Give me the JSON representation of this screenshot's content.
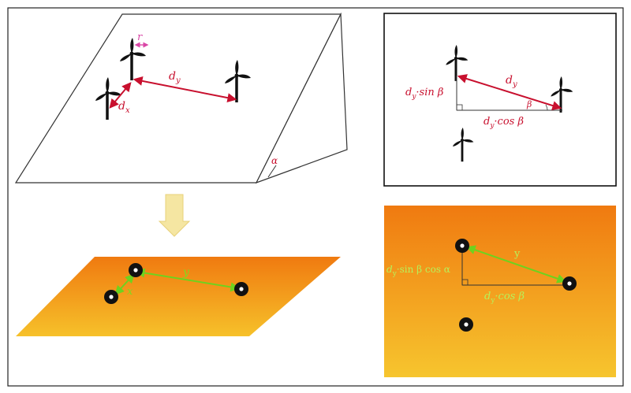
{
  "colors": {
    "red": "#c8102e",
    "pink": "#d946a6",
    "green": "#6ed21e",
    "orange_top": "#f07a10",
    "orange_bottom": "#f6c12a",
    "arrow_fill": "#f5e6a2",
    "arrow_stroke": "#e8d17a",
    "frame": "#222222"
  },
  "slope_panel": {
    "label_r": "r",
    "label_dy": "d",
    "label_dy_sub": "y",
    "label_dx": "d",
    "label_dx_sub": "x",
    "label_alpha": "α"
  },
  "top_right_panel": {
    "label_dy": "d",
    "label_dy_sub": "y",
    "label_sin_d": "d",
    "label_sin_sub": "y",
    "label_sin_rest": "·sin β",
    "label_cos_d": "d",
    "label_cos_sub": "y",
    "label_cos_rest": "·cos β",
    "label_beta": "β"
  },
  "projection_panel": {
    "label_y": "y",
    "label_x": "x"
  },
  "bottom_right_panel": {
    "label_y": "y",
    "label_sin_d": "d",
    "label_sin_sub": "y",
    "label_sin_rest": "·sin β cos α",
    "label_cos_d": "d",
    "label_cos_sub": "y",
    "label_cos_rest": "·cos β"
  }
}
